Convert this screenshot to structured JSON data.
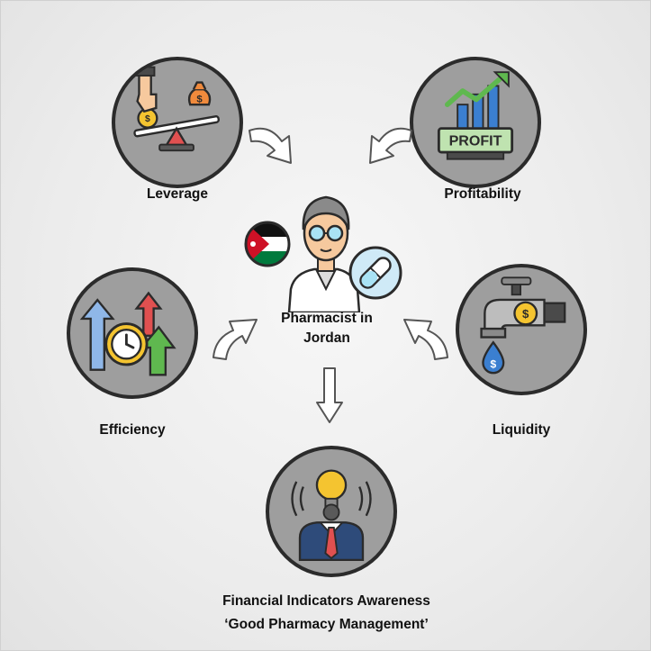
{
  "nodes": {
    "leverage": {
      "label": "Leverage",
      "icon": "seesaw-money-icon"
    },
    "profitability": {
      "label": "Profitability",
      "icon": "profit-chart-icon",
      "badge_text": "PROFIT"
    },
    "efficiency": {
      "label": "Efficiency",
      "icon": "clock-growth-arrows-icon"
    },
    "liquidity": {
      "label": "Liquidity",
      "icon": "faucet-money-icon"
    },
    "awareness": {
      "label_line1": "Financial Indicators Awareness",
      "label_line2": "‘Good Pharmacy Management’",
      "icon": "idea-bulb-person-icon"
    }
  },
  "center": {
    "line1": "Pharmacist in",
    "line2": "Jordan",
    "icons": [
      "pharmacist-avatar-icon",
      "jordan-flag-icon",
      "pill-icon"
    ]
  },
  "colors": {
    "node_fill": "#9e9e9e",
    "node_border": "#2b2b2b",
    "money_orange": "#f08a3c",
    "gold": "#f4c430",
    "green": "#5fb84f",
    "blue": "#3b7fd0",
    "red": "#e05050",
    "flag_red": "#ce1126",
    "flag_green": "#007a3d"
  }
}
